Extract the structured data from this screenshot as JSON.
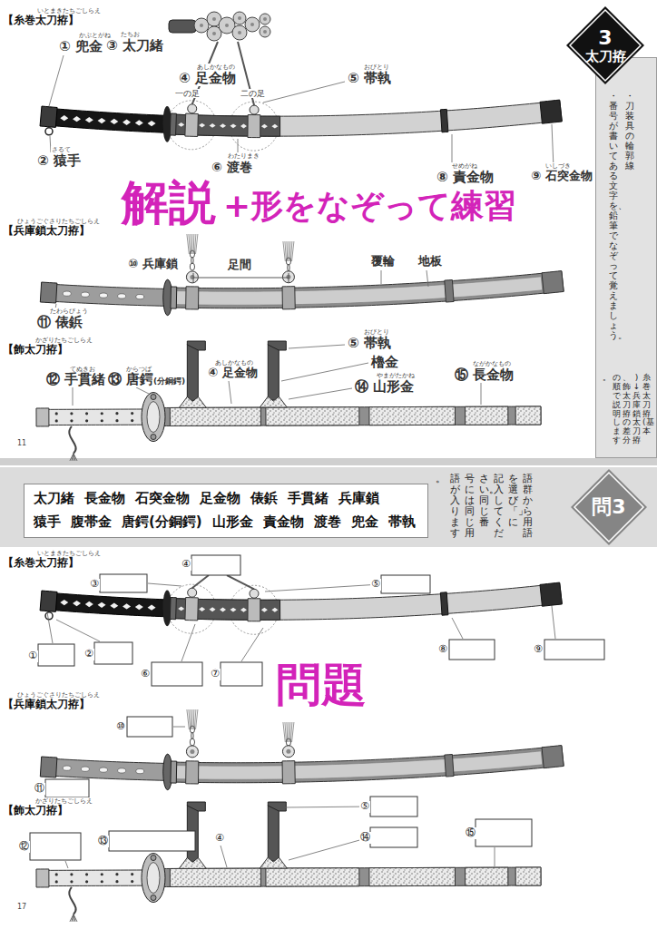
{
  "diagram": {
    "nodes": [
      {
        "text": [
          "3",
          "太刀拵"
        ]
      },
      {
        "text": [
          "・刀装具の輪郭線",
          "・番号が書いてある文字を、鉛筆でなぞって覚えましょう。",
          "糸巻太刀拵(基本)↓兵庫鎖太刀拵、飾太刀拵の差分の順で説明します。"
        ]
      },
      {
        "text": [
          "語群から用語を選び「」に記入してください。同じ番号には同じ用語が入ります。"
        ]
      },
      {
        "text": [
          "太刀緒",
          "長金物",
          "石突金物",
          "足金物",
          "俵鋲",
          "手貫緒",
          "兵庫鎖",
          "猿手",
          "腹帯金",
          "唐鍔(分銅鍔)",
          "山形金",
          "責金物",
          "渡巻",
          "兜金",
          "帯執"
        ],
        "in": 2
      },
      {
        "text": [
          "問3"
        ],
        "in": 2
      }
    ],
    "labels": [
      "いとまきたちごしらえ",
      "【糸巻太刀拵】",
      "かぶとがね",
      "① 兜金",
      "たちお",
      "③ 太刀緒",
      "あしかなもの",
      "④ 足金物",
      "一の足",
      "二の足",
      "おびとり",
      "⑤ 帯執",
      "さるて",
      "② 猿手",
      "わたりまき",
      "⑥ 渡巻",
      "せめがね",
      "⑧ 責金物",
      "いしづき",
      "⑨ 石突金物",
      "解説",
      "+形をなぞって練習",
      "ひょうごぐさりたちごしらえ",
      "【兵庫鎖太刀拵】",
      "⑩ 兵庫鎖",
      "足間",
      "覆輪",
      "地板",
      "たわらびょう",
      "⑪ 俵鋲",
      "かざりたちごしらえ",
      "【飾太刀拵】",
      "てぬきお",
      "⑫ 手貫緒",
      "からつば",
      "⑬ 唐鍔",
      "(分銅鍔)",
      "あしかなもの",
      "④ 足金物",
      "おびとり",
      "⑤ 帯執",
      "櫓金",
      "やまがたかね",
      "⑭ 山形金",
      "ながかなもの",
      "⑮ 長金物",
      "11",
      "いとまきたちごしらえ",
      "【糸巻太刀拵】",
      "③",
      "④",
      "⑤",
      "①",
      "②",
      "⑥",
      "⑦",
      "⑧",
      "⑨",
      "問題",
      "ひょうごぐさりたちごしらえ",
      "【兵庫鎖太刀拵】",
      "⑩",
      "⑪",
      "かざりたちごしらえ",
      "【飾太刀拵】",
      "⑫",
      "⑬",
      "④",
      "⑤",
      "⑭",
      "⑮",
      "17"
    ]
  }
}
